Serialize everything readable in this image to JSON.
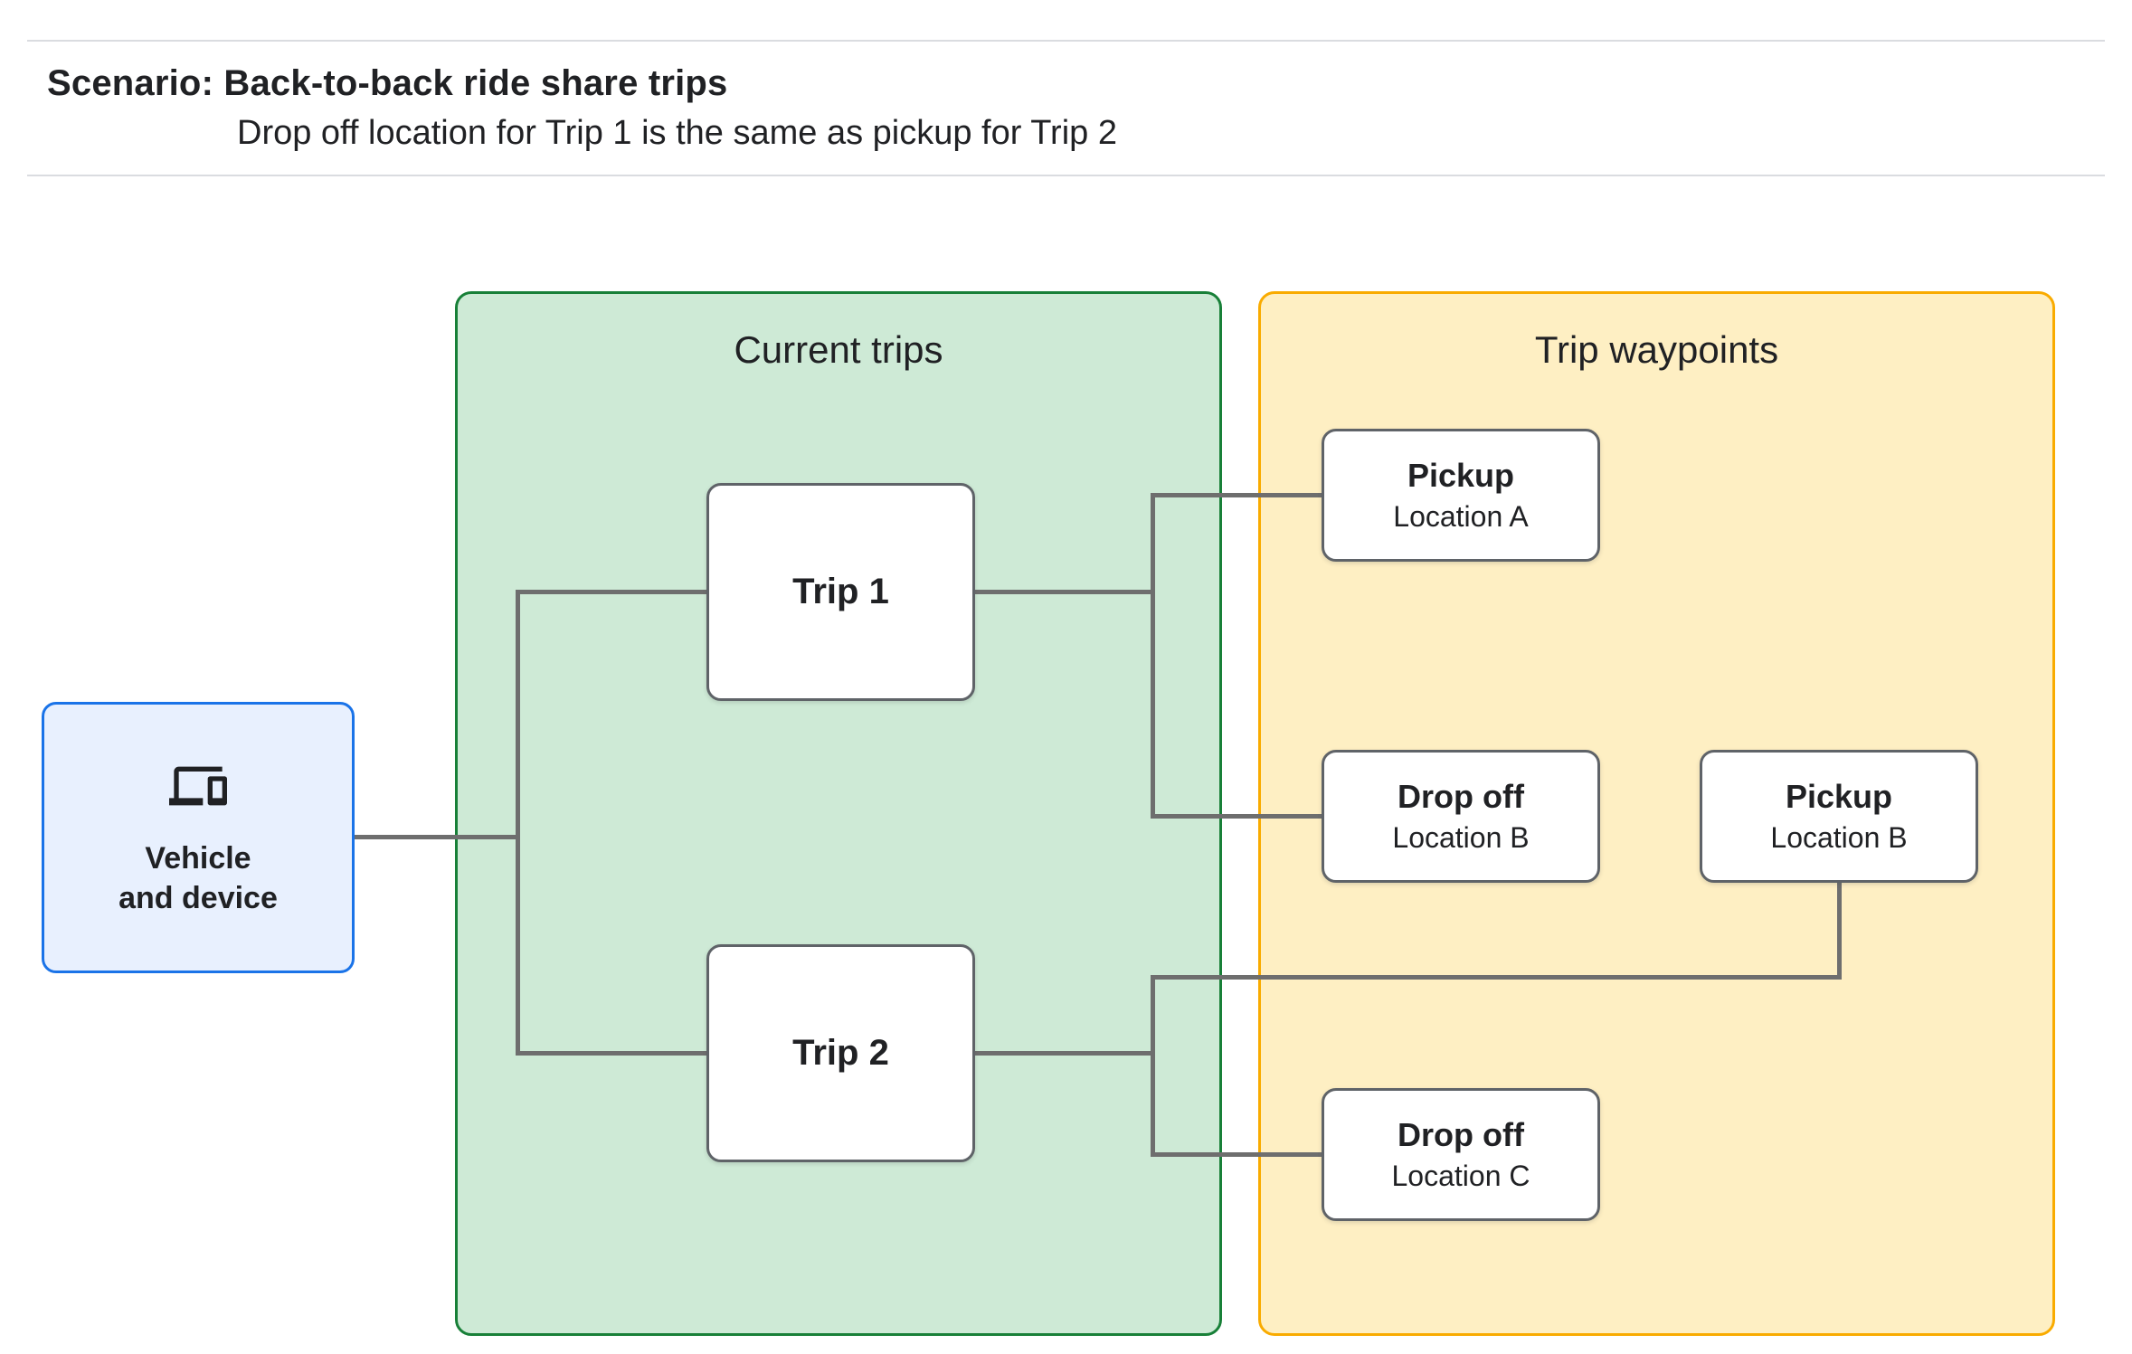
{
  "header": {
    "title": "Scenario: Back-to-back ride share trips",
    "subtitle": "Drop off  location for Trip 1 is the same as pickup for Trip 2"
  },
  "diagram": {
    "vehicle": {
      "label": "Vehicle\nand device",
      "icon": "devices-icon"
    },
    "panels": {
      "current_trips": {
        "title": "Current trips"
      },
      "trip_waypoints": {
        "title": "Trip waypoints"
      }
    },
    "trips": [
      {
        "label": "Trip 1"
      },
      {
        "label": "Trip 2"
      }
    ],
    "waypoints": [
      {
        "type": "Pickup",
        "location": "Location A"
      },
      {
        "type": "Drop off",
        "location": "Location B"
      },
      {
        "type": "Pickup",
        "location": "Location B"
      },
      {
        "type": "Drop off",
        "location": "Location C"
      }
    ],
    "colors": {
      "vehicle_fill": "#e8f0fe",
      "vehicle_border": "#1a73e8",
      "trips_panel_fill": "#ceead6",
      "trips_panel_border": "#188038",
      "waypoints_panel_fill": "#feefc3",
      "waypoints_panel_border": "#f9ab00",
      "node_border": "#5f6368",
      "connector": "#6e6e6e"
    }
  }
}
